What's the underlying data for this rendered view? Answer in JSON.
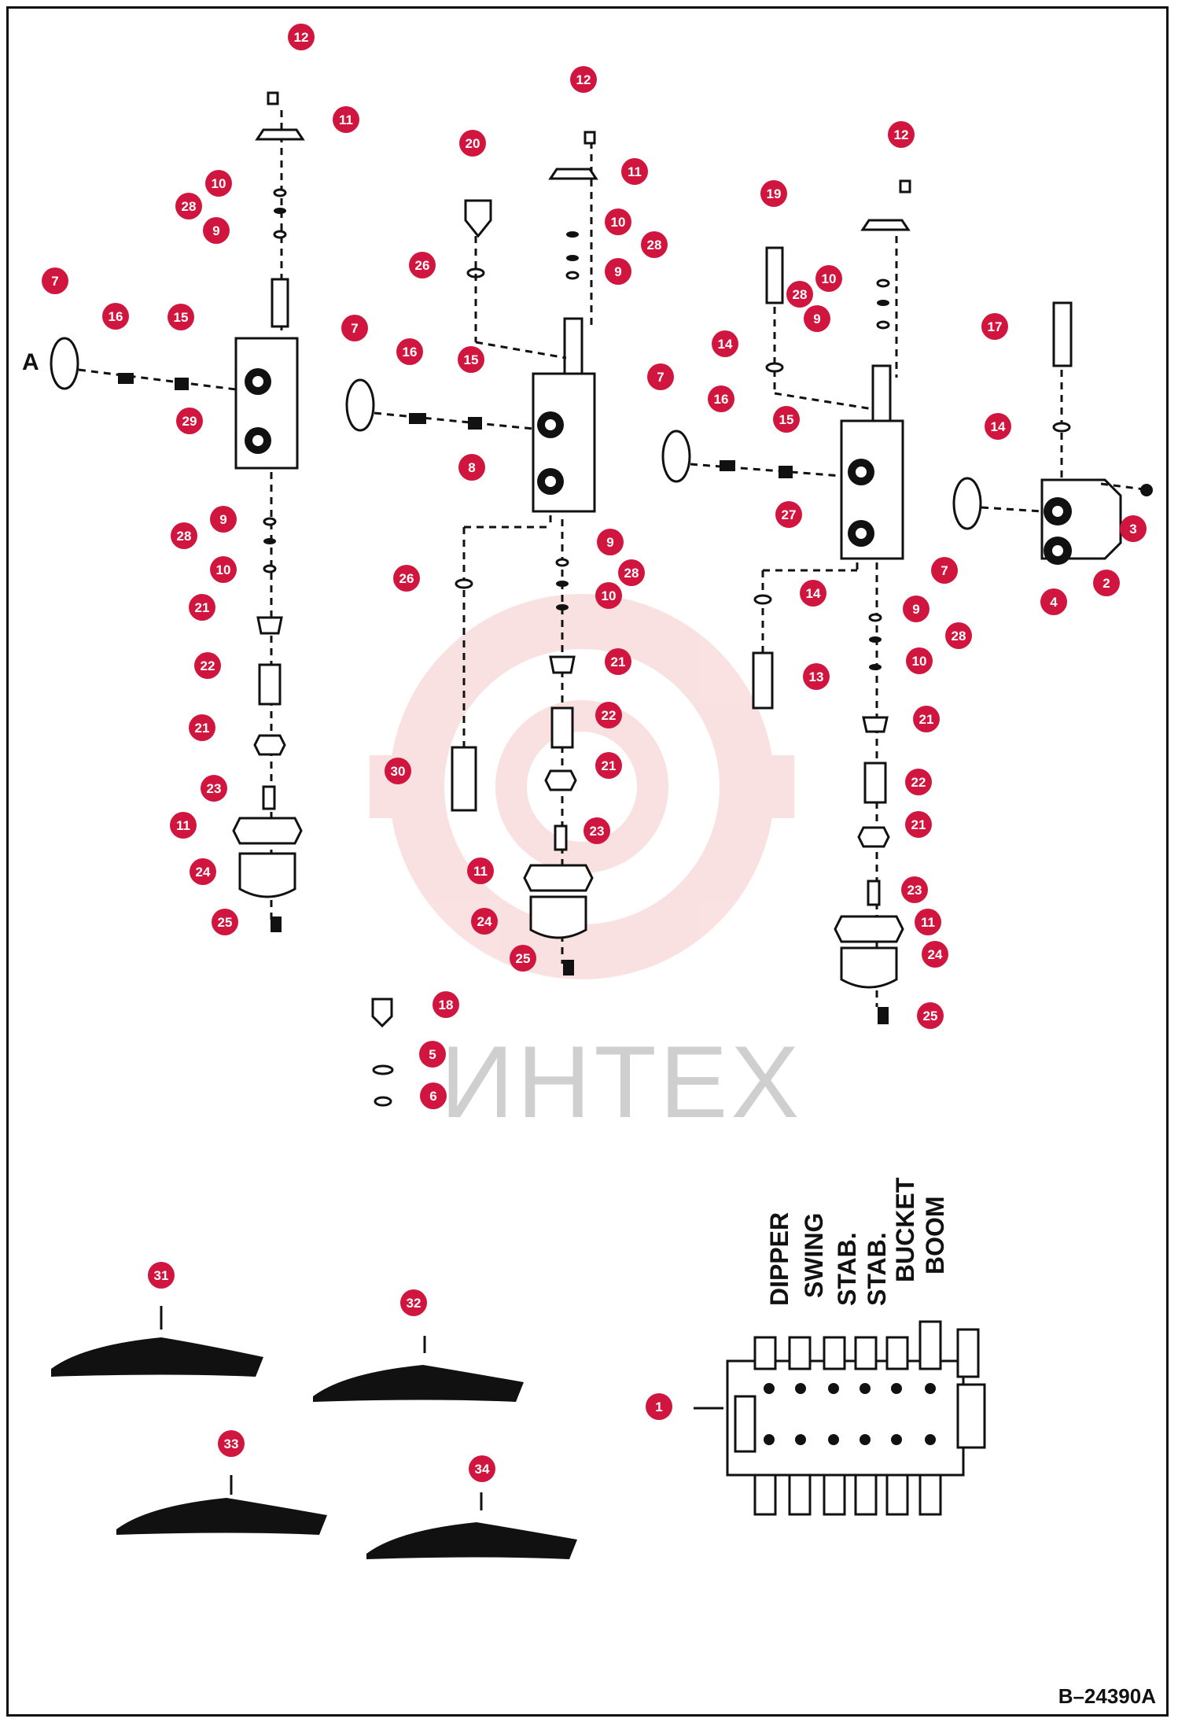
{
  "figure_ref": "B–24390A",
  "view_label": "A",
  "watermark_text": "ИНТЕХ",
  "valve_section_labels": [
    "DIPPER",
    "SWING",
    "STAB.",
    "STAB.",
    "BUCKET",
    "BOOM"
  ],
  "callouts": {
    "c1": "1",
    "c2": "2",
    "c3": "3",
    "c4": "4",
    "c5": "5",
    "c6": "6",
    "c7": "7",
    "c8": "8",
    "c9": "9",
    "c10": "10",
    "c11": "11",
    "c12": "12",
    "c13": "13",
    "c14": "14",
    "c15": "15",
    "c16": "16",
    "c17": "17",
    "c18": "18",
    "c19": "19",
    "c20": "20",
    "c21": "21",
    "c22": "22",
    "c23": "23",
    "c24": "24",
    "c25": "25",
    "c26": "26",
    "c27": "27",
    "c28": "28",
    "c29": "29",
    "c30": "30",
    "c31": "31",
    "c32": "32",
    "c33": "33",
    "c34": "34"
  }
}
